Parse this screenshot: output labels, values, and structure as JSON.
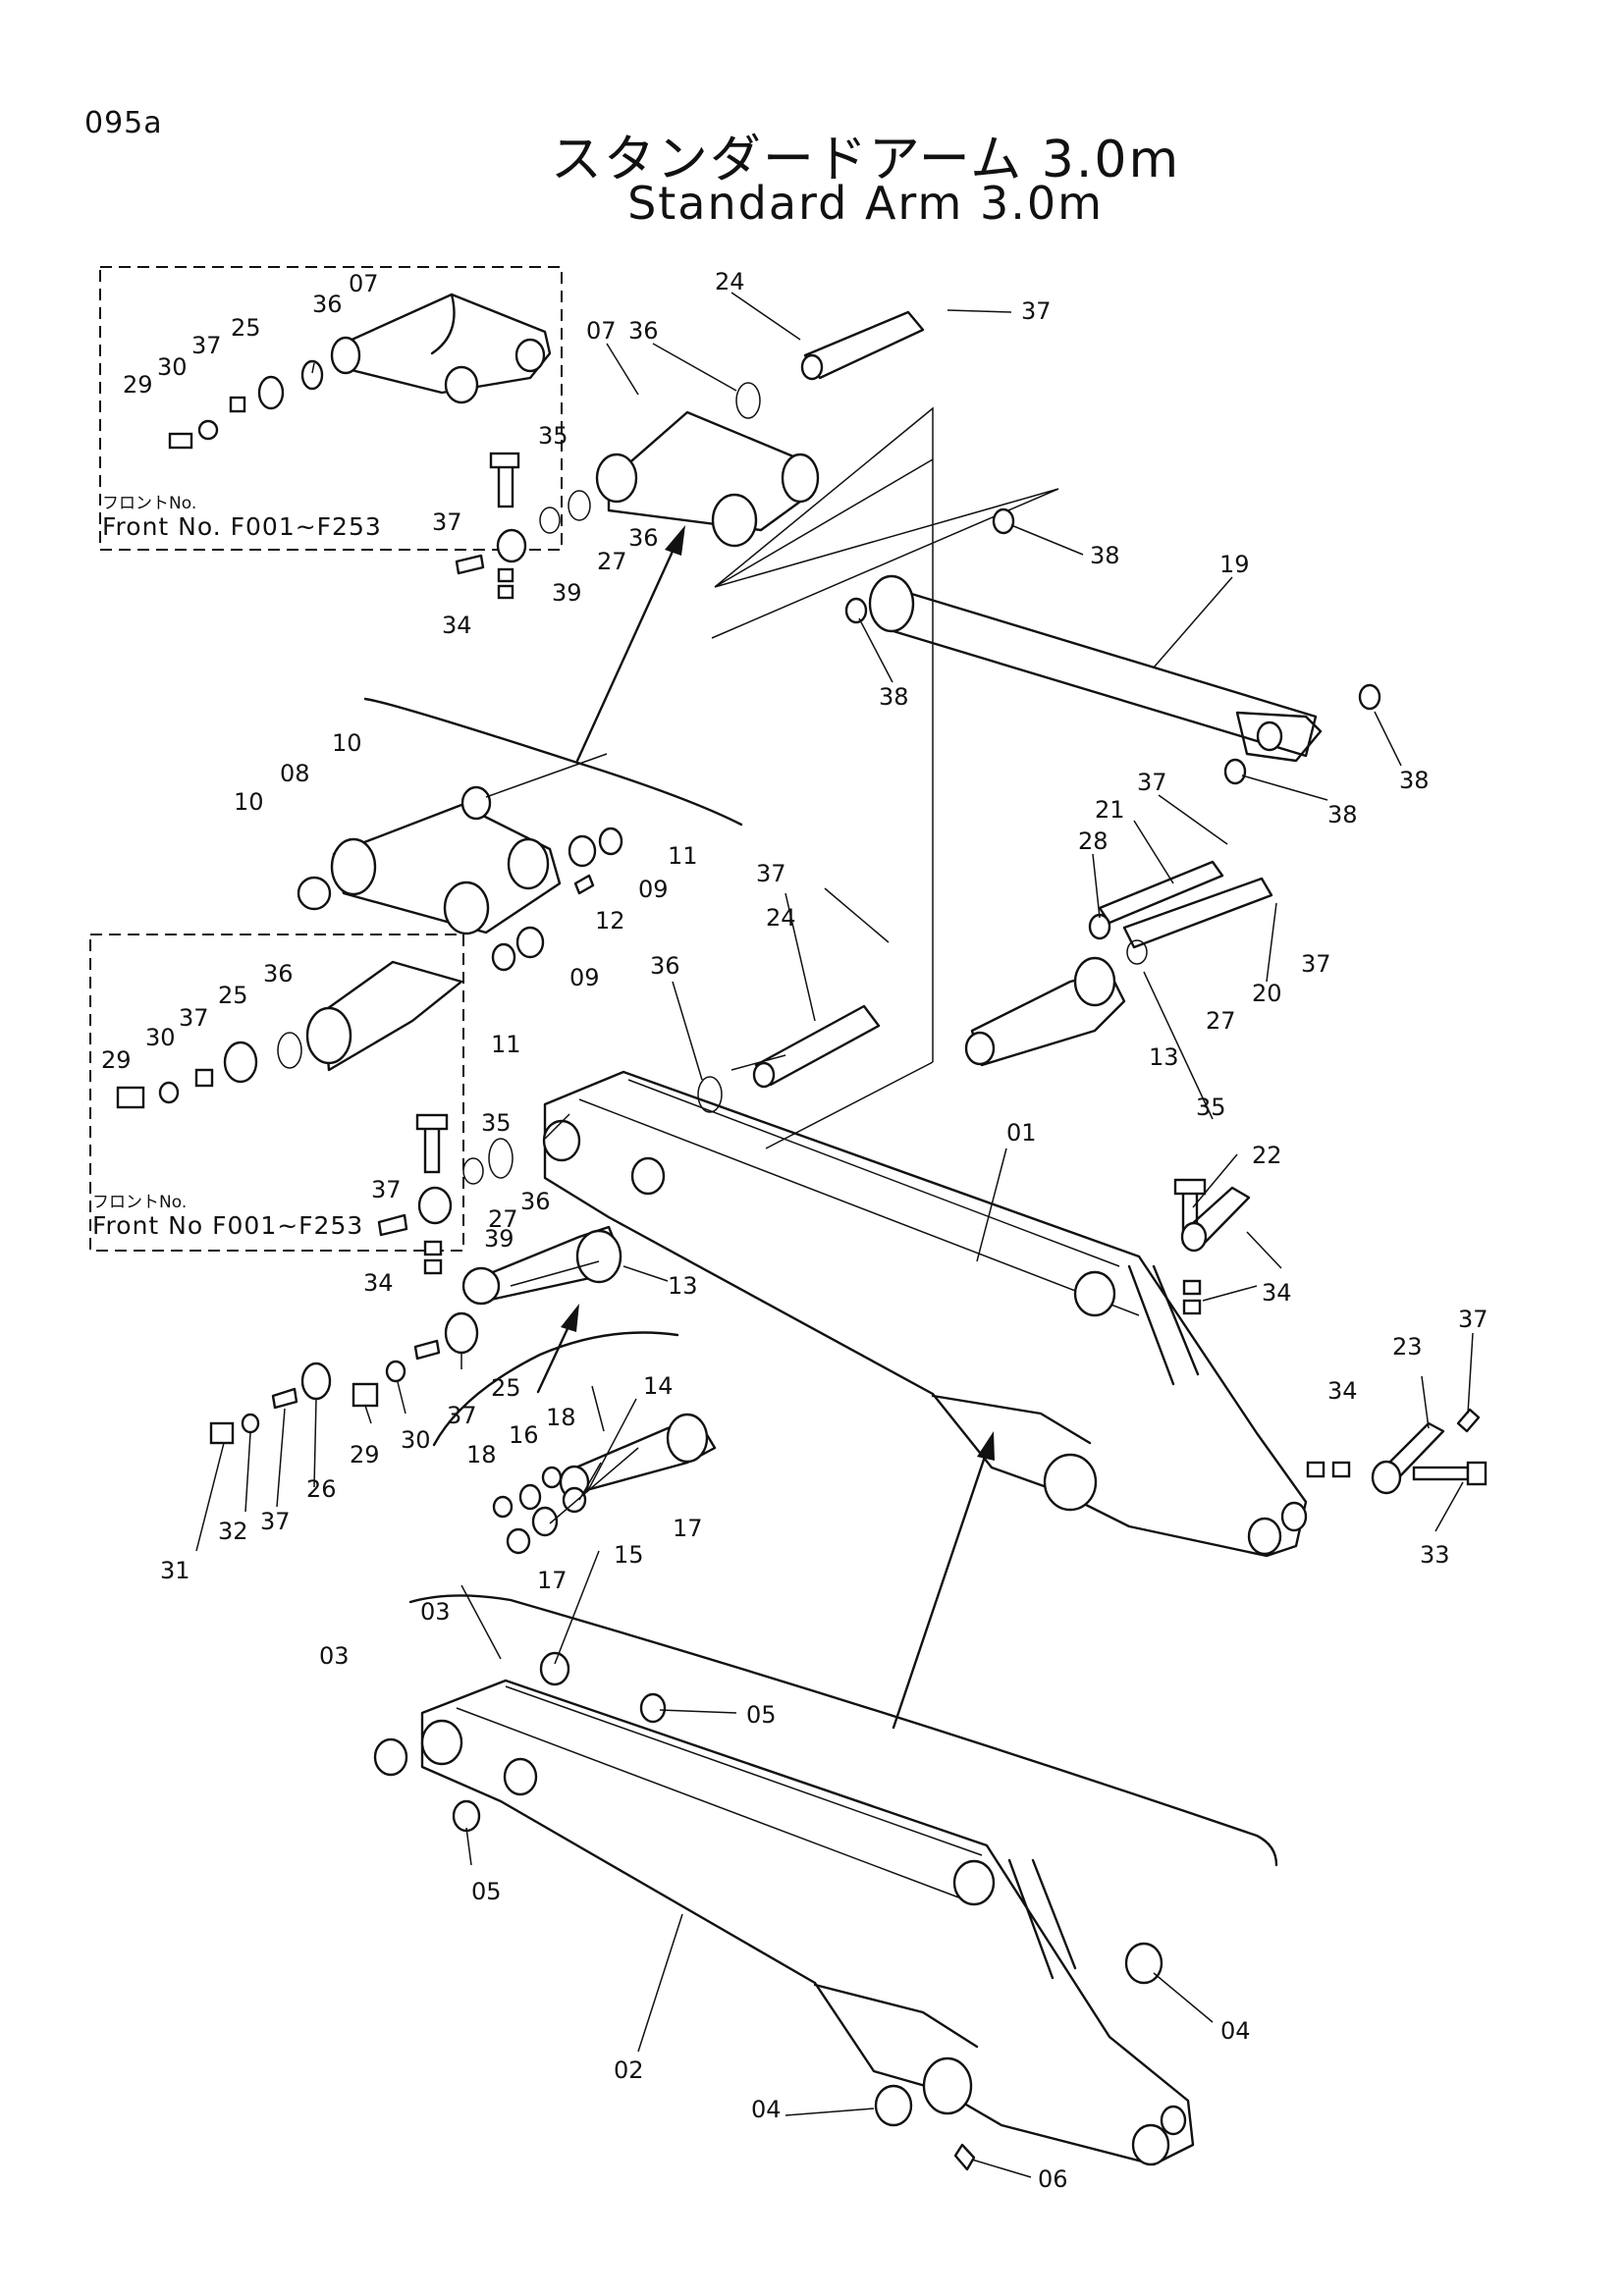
{
  "page_id": "095a",
  "title_jp": "スタンダードアーム 3.0m",
  "title_en": "Standard Arm  3.0m",
  "inset_notes": [
    {
      "jp": "フロントNo.",
      "en": "Front No. F001~F253"
    },
    {
      "jp": "フロントNo.",
      "en": "Front No F001~F253"
    }
  ],
  "part_numbers": [
    "01",
    "02",
    "03",
    "04",
    "05",
    "06",
    "07",
    "08",
    "09",
    "10",
    "11",
    "12",
    "13",
    "14",
    "15",
    "16",
    "17",
    "18",
    "19",
    "20",
    "21",
    "22",
    "23",
    "24",
    "25",
    "26",
    "27",
    "28",
    "29",
    "30",
    "31",
    "32",
    "33",
    "34",
    "35",
    "36",
    "37",
    "38",
    "39"
  ]
}
